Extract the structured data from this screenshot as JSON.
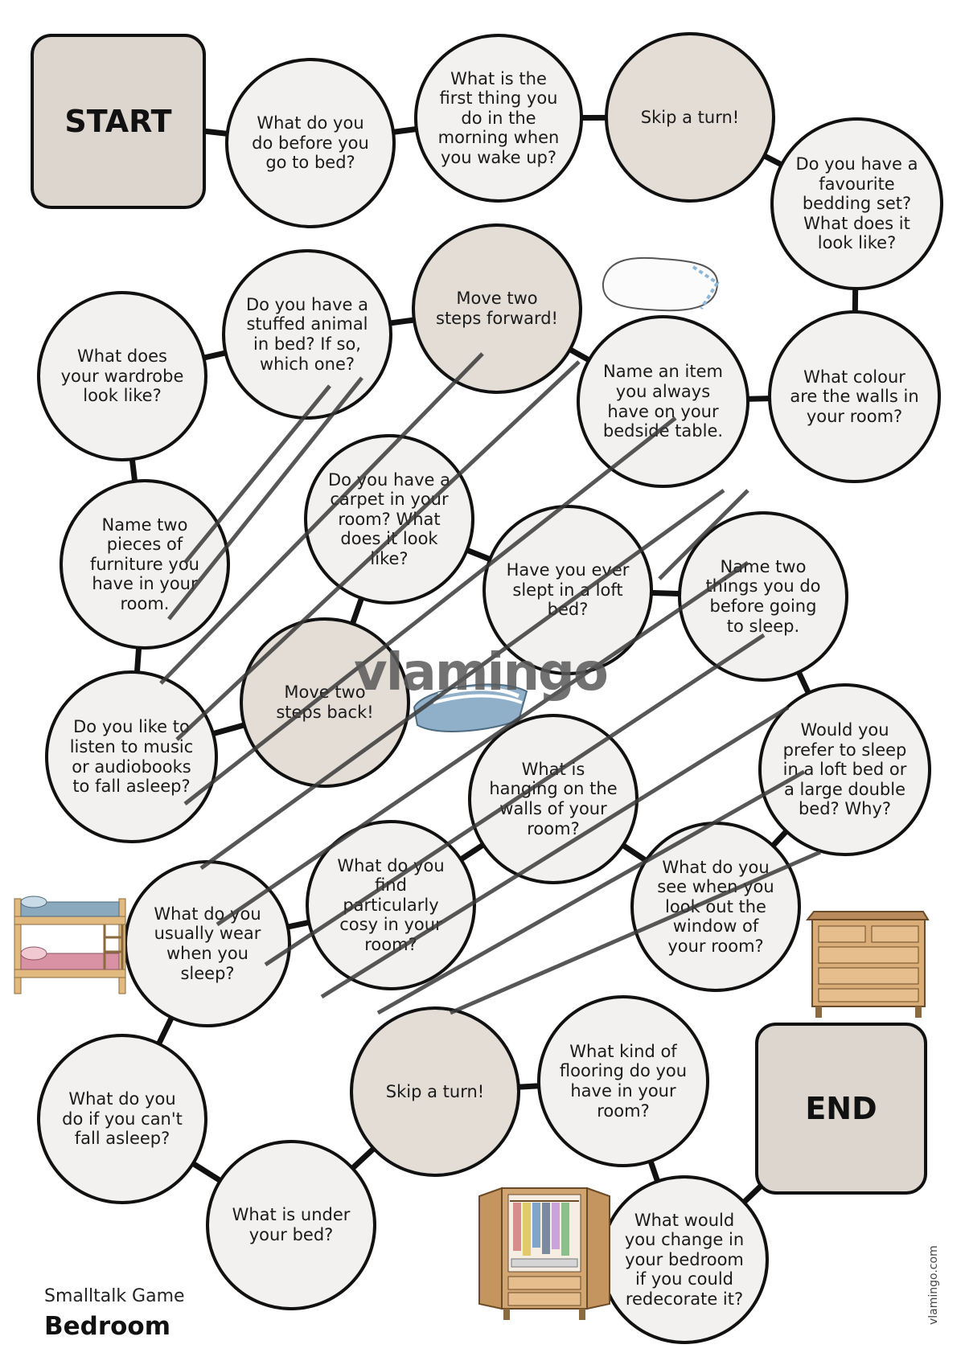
{
  "game": {
    "start_label": "START",
    "end_label": "END",
    "spaces": [
      {
        "id": 1,
        "text": "What do you do before you go to bed?",
        "type": "question"
      },
      {
        "id": 2,
        "text": "What is the first thing you do in the morning when you wake up?",
        "type": "question"
      },
      {
        "id": 3,
        "text": "Skip a turn!",
        "type": "special"
      },
      {
        "id": 4,
        "text": "Do you have a favourite bedding set? What does it look like?",
        "type": "question"
      },
      {
        "id": 5,
        "text": "What colour are the walls in your room?",
        "type": "question"
      },
      {
        "id": 6,
        "text": "Name an item you always have on your bedside table.",
        "type": "question"
      },
      {
        "id": 7,
        "text": "Move two steps forward!",
        "type": "special"
      },
      {
        "id": 8,
        "text": "Do you have a stuffed animal in bed? If so, which one?",
        "type": "question"
      },
      {
        "id": 9,
        "text": "What does your wardrobe look like?",
        "type": "question"
      },
      {
        "id": 10,
        "text": "Name two pieces of furniture you have in your room.",
        "type": "question"
      },
      {
        "id": 11,
        "text": "Do you like to listen to music or audiobooks to fall asleep?",
        "type": "question"
      },
      {
        "id": 12,
        "text": "Move two steps back!",
        "type": "special"
      },
      {
        "id": 13,
        "text": "Do you have a carpet in your room? What does it look like?",
        "type": "question"
      },
      {
        "id": 14,
        "text": "Have you ever slept in a loft bed?",
        "type": "question"
      },
      {
        "id": 15,
        "text": "Name two things you do before going to sleep.",
        "type": "question"
      },
      {
        "id": 16,
        "text": "Would you prefer to sleep in a loft bed or a large double bed? Why?",
        "type": "question"
      },
      {
        "id": 17,
        "text": "What do you see when you look out the window of your room?",
        "type": "question"
      },
      {
        "id": 18,
        "text": "What is hanging on the walls of your room?",
        "type": "question"
      },
      {
        "id": 19,
        "text": "What do you find particularly cosy in your room?",
        "type": "question"
      },
      {
        "id": 20,
        "text": "What do you usually wear when you sleep?",
        "type": "question"
      },
      {
        "id": 21,
        "text": "What do you do if you can't fall asleep?",
        "type": "question"
      },
      {
        "id": 22,
        "text": "What is under your bed?",
        "type": "question"
      },
      {
        "id": 23,
        "text": "Skip a turn!",
        "type": "special"
      },
      {
        "id": 24,
        "text": "What kind of flooring do you have in your room?",
        "type": "question"
      },
      {
        "id": 25,
        "text": "What would you change in your bedroom if you could redecorate it?",
        "type": "question"
      }
    ]
  },
  "watermark": "vlamingo",
  "footer": {
    "subtitle": "Smalltalk Game",
    "title": "Bedroom"
  },
  "site_url": "vlamingo.com",
  "illustrations": [
    "pillow-icon",
    "folded-blanket-icon",
    "bunk-bed-icon",
    "dresser-icon",
    "wardrobe-icon"
  ],
  "colors": {
    "question_fill": "#f2f1f0",
    "special_fill": "#e3ddd6",
    "box_fill": "#ddd6cf",
    "outline": "#111111"
  }
}
